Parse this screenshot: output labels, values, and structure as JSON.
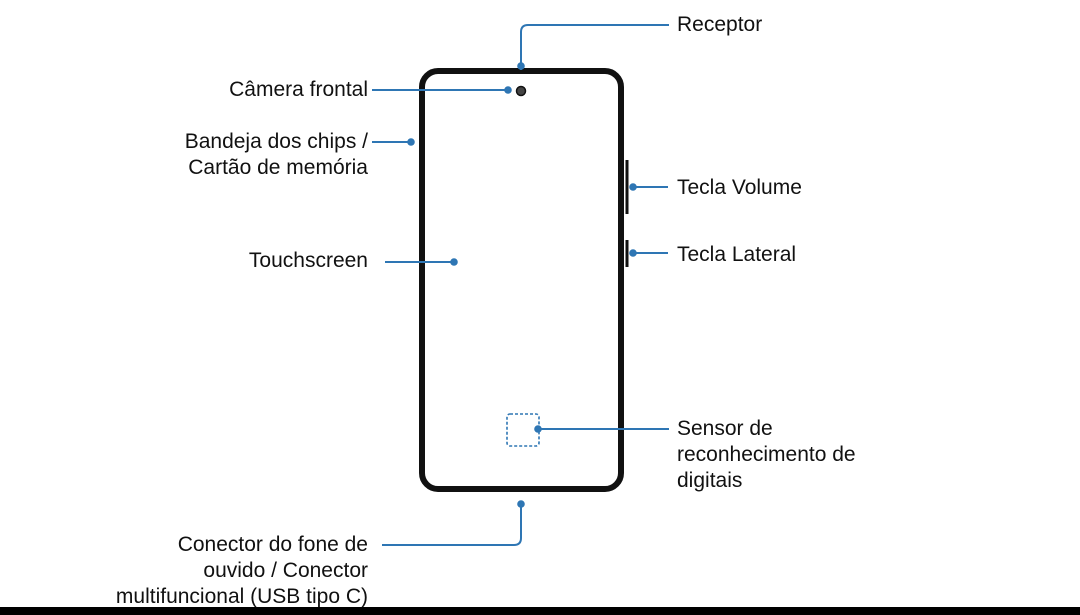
{
  "colors": {
    "leader_line": "#2e76b4",
    "device_outline": "#111111",
    "text": "#111111",
    "background": "#ffffff"
  },
  "labels": {
    "receptor": "Receptor",
    "camera_frontal": "Câmera frontal",
    "bandeja_line1": "Bandeja dos chips /",
    "bandeja_line2": "Cartão de memória",
    "tecla_volume": "Tecla Volume",
    "tecla_lateral": "Tecla Lateral",
    "touchscreen": "Touchscreen",
    "sensor_line1": "Sensor de",
    "sensor_line2": "reconhecimento de",
    "sensor_line3": "digitais",
    "conector_line1": "Conector do fone de",
    "conector_line2": "ouvido / Conector",
    "conector_line3": "multifuncional (USB tipo C)"
  }
}
